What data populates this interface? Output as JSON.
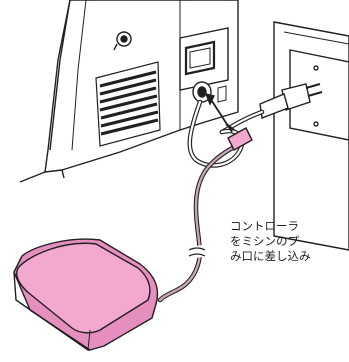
{
  "instruction": {
    "lines": [
      "コントローラ",
      "をミシンのプ",
      "み口に差し込み"
    ]
  },
  "colors": {
    "pedal_fill": "#f2a8cf",
    "pedal_dark": "#e58fbf",
    "cord": "#c9a6b8",
    "outline": "#231f20"
  },
  "icons": [
    "sewing-machine-body",
    "power-switch",
    "plug-socket",
    "wall-outlet",
    "power-plug",
    "foot-controller-pedal",
    "controller-cord"
  ]
}
